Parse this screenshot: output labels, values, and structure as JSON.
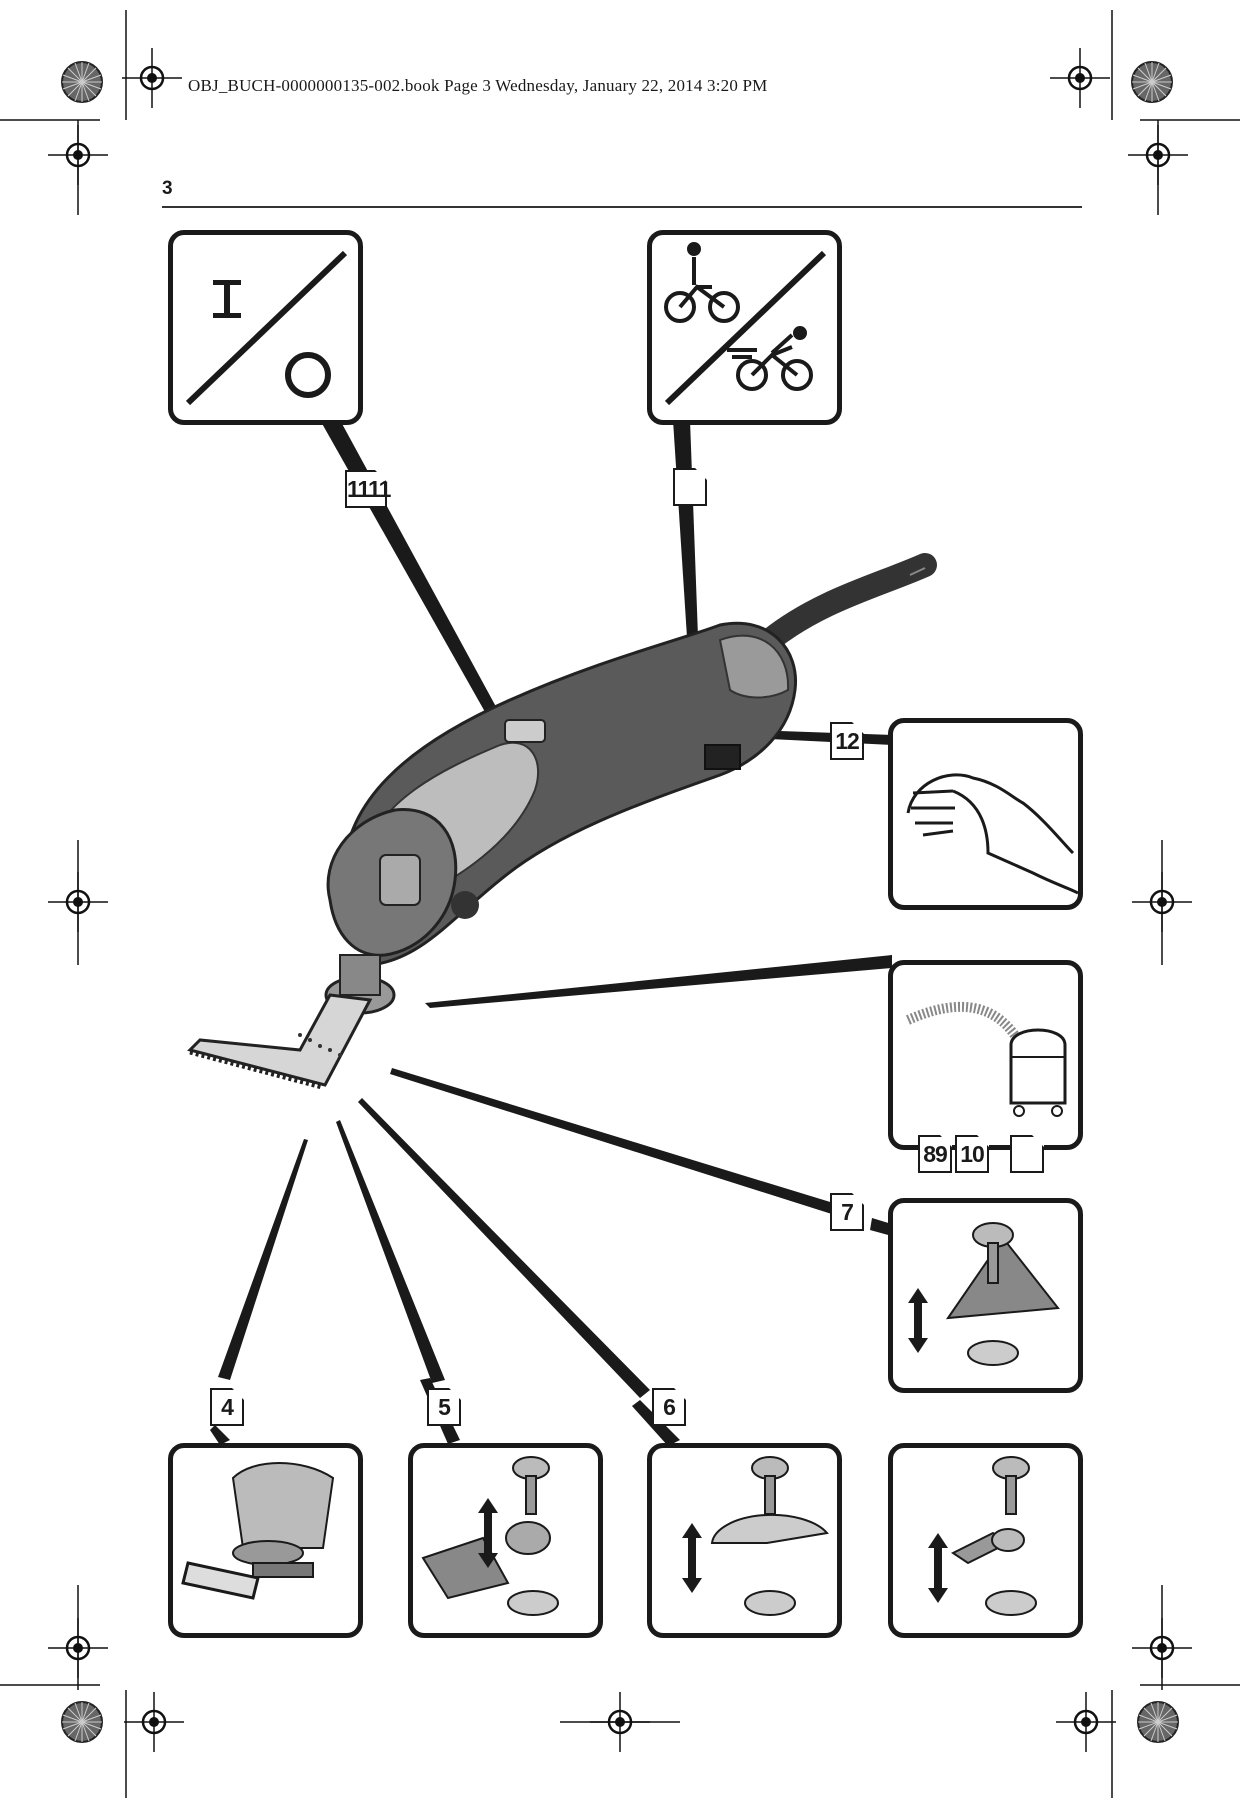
{
  "header": {
    "print_line": "OBJ_BUCH-0000000135-002.book  Page 3  Wednesday, January 22, 2014  3:20 PM",
    "page_number": "3"
  },
  "callouts": {
    "switch": "11",
    "switch_b": "11",
    "speed_dial": "",
    "gear_housing": "12",
    "dust_a": "8",
    "dust_b": "9",
    "dust_c": "10",
    "dust_d": "",
    "fig7": "7",
    "fig4": "4",
    "fig5": "5",
    "fig6": "6"
  },
  "icons": {
    "switch_panel": "on-off-switch-icon",
    "speed_panel": "cyclist-speed-icon",
    "hand_panel": "hand-grip-icon",
    "dust_panel": "vacuum-extractor-icon",
    "accessory_panels": "clamping-screw-icon"
  },
  "colors": {
    "ink": "#1a1a1a",
    "tool_body": "#555555",
    "tool_light": "#bdbdbd",
    "paper": "#ffffff"
  }
}
